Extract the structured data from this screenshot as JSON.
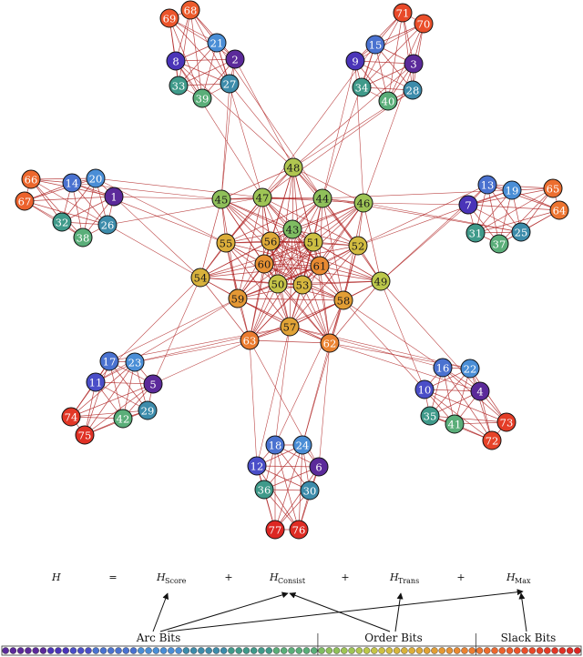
{
  "graph": {
    "edge_color": "#b02626",
    "nodes": [
      {
        "id": "1",
        "color": "#5b2a9a"
      },
      {
        "id": "2",
        "color": "#5b2a9a"
      },
      {
        "id": "3",
        "color": "#5b2a9a"
      },
      {
        "id": "4",
        "color": "#5b2a9a"
      },
      {
        "id": "5",
        "color": "#5b2a9a"
      },
      {
        "id": "6",
        "color": "#5b2a9a"
      },
      {
        "id": "7",
        "color": "#4a34b8"
      },
      {
        "id": "8",
        "color": "#4a34b8"
      },
      {
        "id": "9",
        "color": "#4a34b8"
      },
      {
        "id": "10",
        "color": "#4a4ec8"
      },
      {
        "id": "11",
        "color": "#4a4ec8"
      },
      {
        "id": "12",
        "color": "#4a4ec8"
      },
      {
        "id": "13",
        "color": "#4a72d0"
      },
      {
        "id": "14",
        "color": "#4a72d0"
      },
      {
        "id": "15",
        "color": "#4a72d0"
      },
      {
        "id": "16",
        "color": "#4a72d0"
      },
      {
        "id": "17",
        "color": "#4a72d0"
      },
      {
        "id": "18",
        "color": "#4a72d0"
      },
      {
        "id": "19",
        "color": "#4a8ed6"
      },
      {
        "id": "20",
        "color": "#4a8ed6"
      },
      {
        "id": "21",
        "color": "#4a8ed6"
      },
      {
        "id": "22",
        "color": "#4a8ed6"
      },
      {
        "id": "23",
        "color": "#4a8ed6"
      },
      {
        "id": "24",
        "color": "#4a8ed6"
      },
      {
        "id": "25",
        "color": "#3d8cab"
      },
      {
        "id": "26",
        "color": "#3d8cab"
      },
      {
        "id": "27",
        "color": "#3d8cab"
      },
      {
        "id": "28",
        "color": "#3d8cab"
      },
      {
        "id": "29",
        "color": "#3d8cab"
      },
      {
        "id": "30",
        "color": "#3d8cab"
      },
      {
        "id": "31",
        "color": "#3f9a8a"
      },
      {
        "id": "32",
        "color": "#3f9a8a"
      },
      {
        "id": "33",
        "color": "#3f9a8a"
      },
      {
        "id": "34",
        "color": "#3f9a8a"
      },
      {
        "id": "35",
        "color": "#3f9a8a"
      },
      {
        "id": "36",
        "color": "#3f9a8a"
      },
      {
        "id": "37",
        "color": "#5aae79"
      },
      {
        "id": "38",
        "color": "#5aae79"
      },
      {
        "id": "39",
        "color": "#5aae79"
      },
      {
        "id": "40",
        "color": "#5aae79"
      },
      {
        "id": "41",
        "color": "#5aae79"
      },
      {
        "id": "42",
        "color": "#5aae79"
      },
      {
        "id": "43",
        "color": "#7fbd62"
      },
      {
        "id": "44",
        "color": "#8fc05a"
      },
      {
        "id": "45",
        "color": "#8fc05a"
      },
      {
        "id": "46",
        "color": "#9ec455"
      },
      {
        "id": "47",
        "color": "#9ec455"
      },
      {
        "id": "48",
        "color": "#b0c650"
      },
      {
        "id": "49",
        "color": "#bcc84b"
      },
      {
        "id": "50",
        "color": "#c5c447"
      },
      {
        "id": "51",
        "color": "#cdc043"
      },
      {
        "id": "52",
        "color": "#d2bc40"
      },
      {
        "id": "53",
        "color": "#d6b63e"
      },
      {
        "id": "54",
        "color": "#d8b23c"
      },
      {
        "id": "55",
        "color": "#dcae3a"
      },
      {
        "id": "56",
        "color": "#dea938"
      },
      {
        "id": "57",
        "color": "#e0a336"
      },
      {
        "id": "58",
        "color": "#e29e35"
      },
      {
        "id": "59",
        "color": "#e49834"
      },
      {
        "id": "60",
        "color": "#e69133"
      },
      {
        "id": "61",
        "color": "#e88a32"
      },
      {
        "id": "62",
        "color": "#ea8331"
      },
      {
        "id": "63",
        "color": "#eb7c30"
      },
      {
        "id": "64",
        "color": "#ec7430"
      },
      {
        "id": "65",
        "color": "#ec6e2f"
      },
      {
        "id": "66",
        "color": "#ec682e"
      },
      {
        "id": "67",
        "color": "#ec622d"
      },
      {
        "id": "68",
        "color": "#ec5b2c"
      },
      {
        "id": "69",
        "color": "#ec552b"
      },
      {
        "id": "70",
        "color": "#ea4f2a"
      },
      {
        "id": "71",
        "color": "#e84929"
      },
      {
        "id": "72",
        "color": "#e64328"
      },
      {
        "id": "73",
        "color": "#e43d27"
      },
      {
        "id": "74",
        "color": "#e23726"
      },
      {
        "id": "75",
        "color": "#e03125"
      },
      {
        "id": "76",
        "color": "#de2c24"
      },
      {
        "id": "77",
        "color": "#dc2723"
      }
    ]
  },
  "equation": {
    "lhs": "H",
    "equals": "=",
    "plus": "+",
    "terms": [
      {
        "main": "H",
        "sub": "Score"
      },
      {
        "main": "H",
        "sub": "Consist"
      },
      {
        "main": "H",
        "sub": "Trans"
      },
      {
        "main": "H",
        "sub": "Max"
      }
    ]
  },
  "bit_groups": [
    {
      "label": "Arc Bits",
      "count": 42
    },
    {
      "label": "Order Bits",
      "count": 21
    },
    {
      "label": "Slack Bits",
      "count": 14
    }
  ]
}
